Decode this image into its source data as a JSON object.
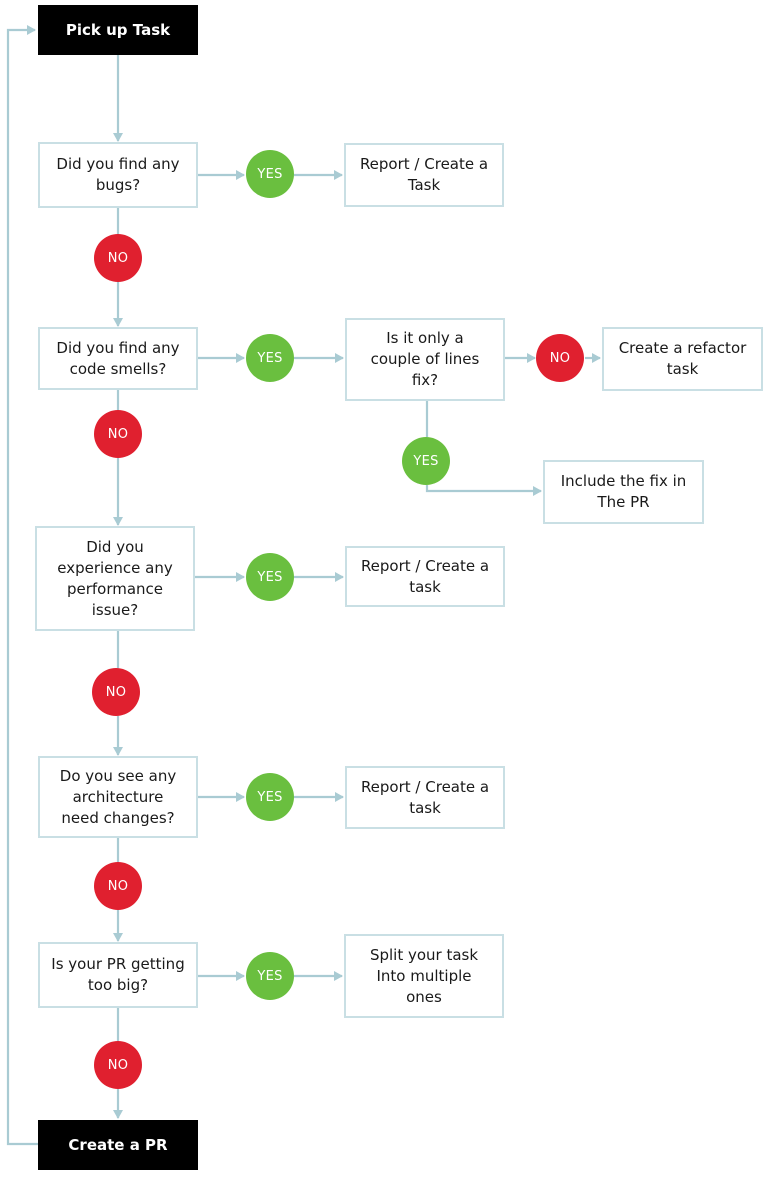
{
  "colors": {
    "connector": "#a9cbd3",
    "box_border": "#c9dfe4",
    "yes": "#6abf3f",
    "no": "#e0202f",
    "terminal": "#000000"
  },
  "nodes": {
    "start": "Pick up Task",
    "q1": "Did you find any\nbugs?",
    "a1": "Report / Create a\nTask",
    "q2": "Did you find any\ncode smells?",
    "q2b": "Is it only a\ncouple of lines\nfix?",
    "a2_refactor": "Create a refactor\ntask",
    "a2_fix": "Include the fix in\nThe PR",
    "q3": "Did you\nexperience any\nperformance\nissue?",
    "a3": "Report / Create a\ntask",
    "q4": "Do you see any\narchitecture\nneed changes?",
    "a4": "Report / Create a\ntask",
    "q5": "Is your PR getting\ntoo big?",
    "a5": "Split your task\nInto multiple\nones",
    "end": "Create a PR"
  },
  "labels": {
    "yes": "YES",
    "no": "NO"
  }
}
